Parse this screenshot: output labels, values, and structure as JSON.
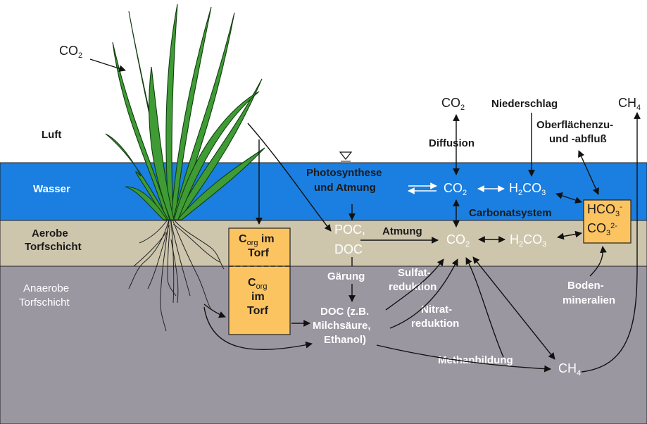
{
  "layers": {
    "air": "Luft",
    "water": "Wasser",
    "aerobic": [
      "Aerobe",
      "Torfschicht"
    ],
    "anaerobic": [
      "Anaerobe",
      "Torfschicht"
    ]
  },
  "co2_plant": {
    "main": "CO",
    "sub": "2"
  },
  "top": {
    "co2": {
      "main": "CO",
      "sub": "2"
    },
    "diffusion": "Diffusion",
    "niederschlag": "Niederschlag",
    "oberflaeche": [
      "Oberflächenzu-",
      "und -abfluß"
    ],
    "ch4": {
      "main": "CH",
      "sub": "4"
    }
  },
  "water_zone": {
    "photosynthese": [
      "Photosynthese",
      "und Atmung"
    ],
    "co2": {
      "main": "CO",
      "sub": "2"
    },
    "h2co3": {
      "a": "H",
      "b": "2",
      "c": "CO",
      "d": "3"
    },
    "carbonatsystem": "Carbonatsystem"
  },
  "carbonate_box": {
    "hco3": {
      "main": "HCO",
      "sub": "3",
      "sup": "-"
    },
    "co3": {
      "main": "CO",
      "sub": "3",
      "sup": "2-"
    }
  },
  "aerobic_zone": {
    "poc": "POC,",
    "doc": "DOC",
    "atmung": "Atmung",
    "co2": {
      "main": "CO",
      "sub": "2"
    },
    "h2co3": {
      "a": "H",
      "b": "2",
      "c": "CO",
      "d": "3"
    }
  },
  "corg_box_top": {
    "c": "C",
    "sub": "org",
    "im": " im",
    "torf": "Torf"
  },
  "corg_box_bottom": {
    "c": "C",
    "sub": "org",
    "im": "im",
    "torf": "Torf"
  },
  "anaerobic_zone": {
    "gaerung": "Gärung",
    "sulfat": [
      "Sulfat-",
      "reduktion"
    ],
    "nitrat": [
      "Nitrat-",
      "reduktion"
    ],
    "doc": [
      "DOC (z.B.",
      "Milchsäure,",
      "Ethanol)"
    ],
    "boden": [
      "Boden-",
      "mineralien"
    ],
    "methanbildung": "Methanbildung",
    "ch4": {
      "main": "CH",
      "sub": "4"
    }
  },
  "colors": {
    "air": "#ffffff",
    "water": "#1a7fe0",
    "aerobic": "#cdc6ad",
    "anaerobic": "#9a97a1",
    "box_fill": "#fcc461",
    "leaf": "#3f9c35"
  }
}
